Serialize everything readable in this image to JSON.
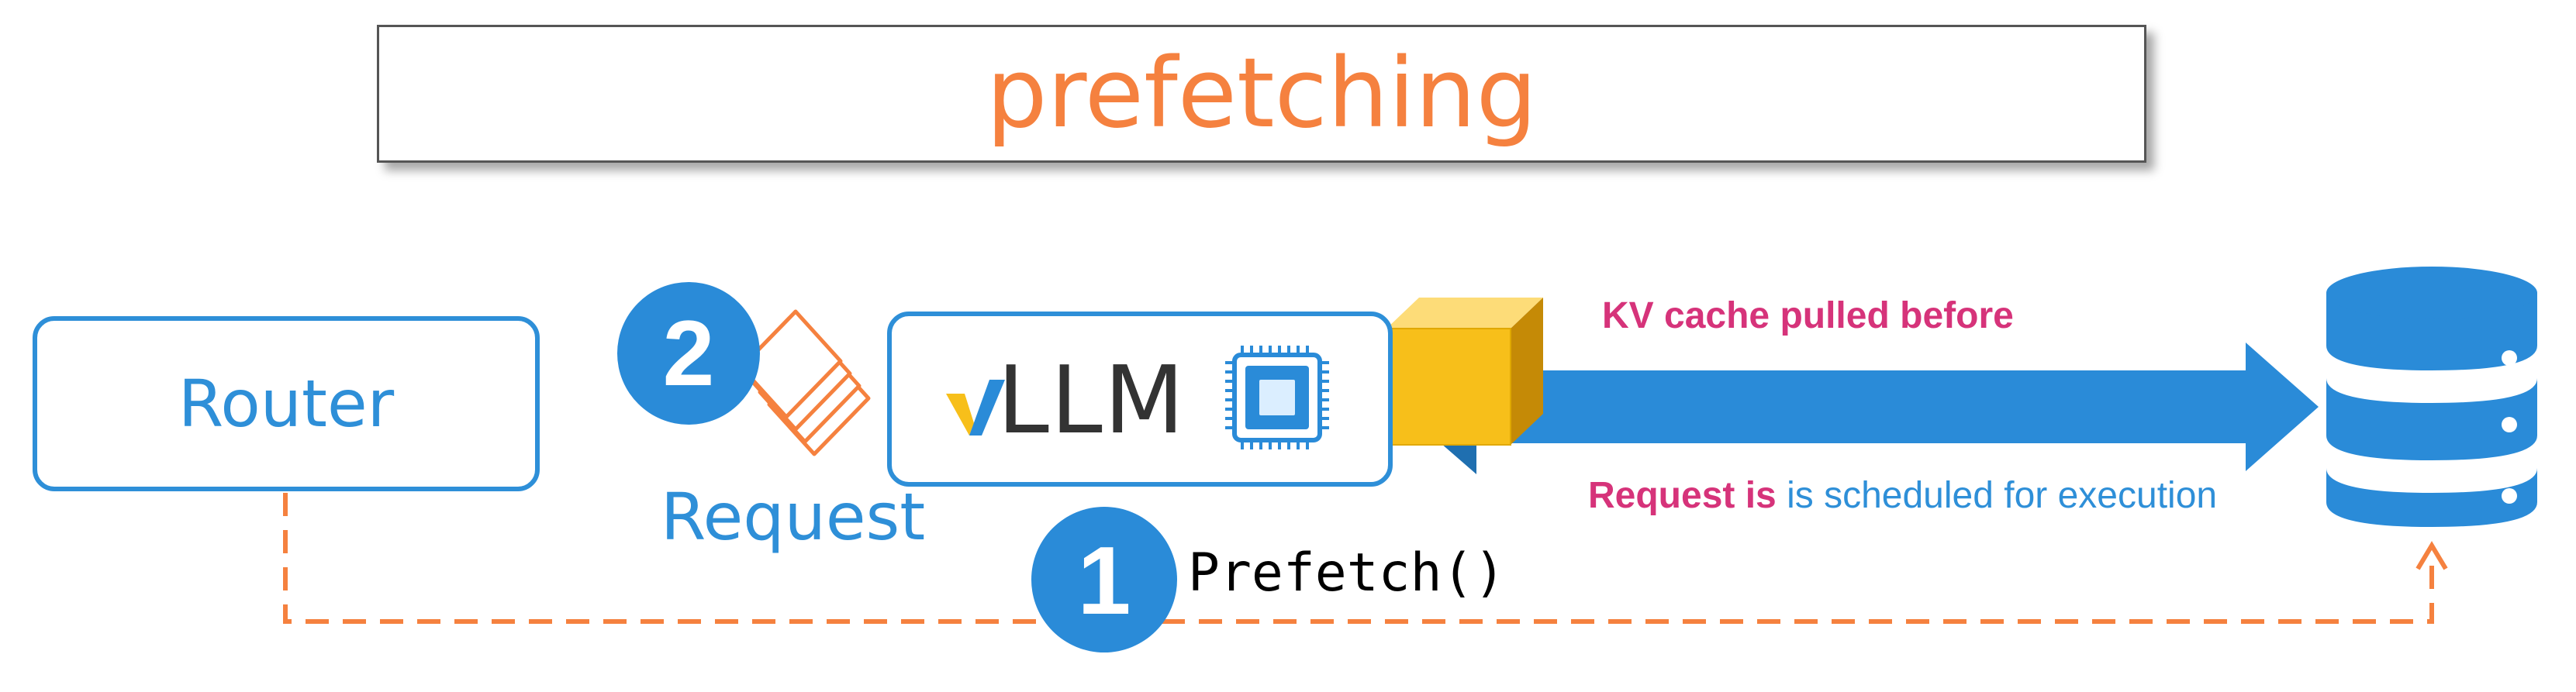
{
  "title": "prefetching",
  "router": {
    "label": "Router"
  },
  "vllm": {
    "label": "LLM"
  },
  "request": {
    "label": "Request",
    "step": "2"
  },
  "prefetch": {
    "label": "Prefetch()",
    "step": "1"
  },
  "kv_cache": {
    "label": "KV cache pulled before"
  },
  "schedule": {
    "strong": "Request is",
    "rest": " is scheduled for execution"
  },
  "colors": {
    "orange": "#f5813f",
    "blue": "#2e8fd8",
    "arrow_blue": "#2a8bd8",
    "magenta": "#d6337a",
    "gold": "#f7bf1a"
  },
  "icons": [
    "vllm-logo-icon",
    "chip-icon",
    "request-stack-icon",
    "kv-cube-icon",
    "database-icon"
  ]
}
